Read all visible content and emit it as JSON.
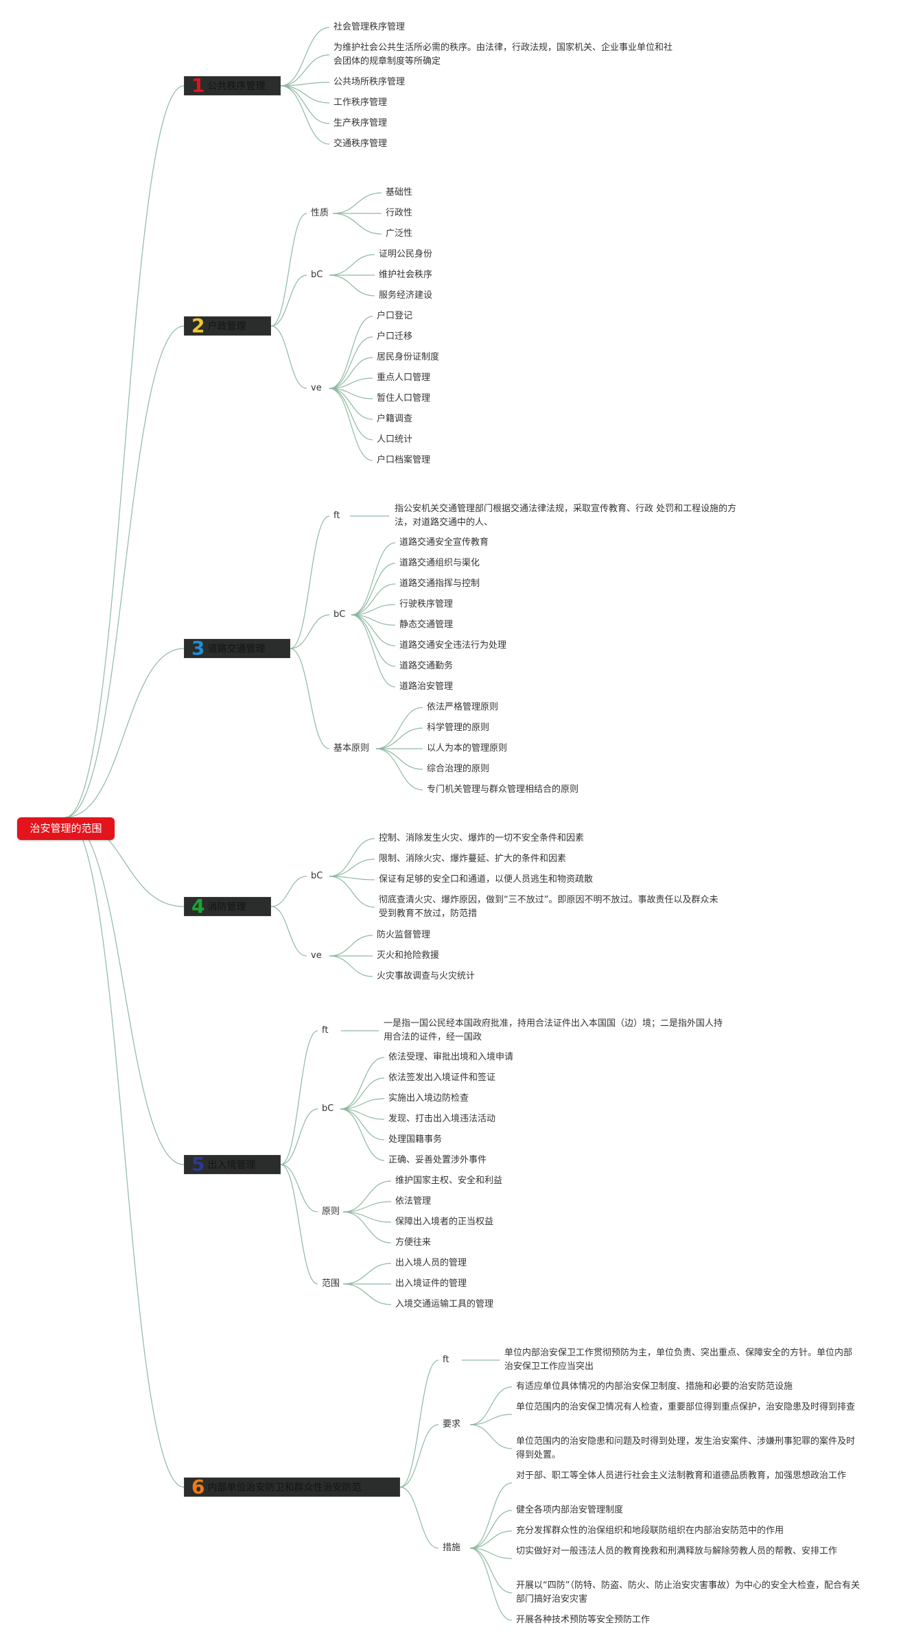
{
  "root": "治安管理的范围",
  "categories": [
    {
      "number": "1",
      "color": "#e3141c",
      "label": "公共秩序管理",
      "items": [
        "社会管理秩序管理",
        "为维护社会公共生活所必需的秩序。由法律，行政法规，国家机关、企业事业单位和社会团体的规章制度等所确定",
        "公共场所秩序管理",
        "工作秩序管理",
        "生产秩序管理",
        "交通秩序管理"
      ]
    },
    {
      "number": "2",
      "color": "#f2c531",
      "label": "户政管理",
      "groups": [
        {
          "label": "性质",
          "items": [
            "基础性",
            "行政性",
            "广泛性"
          ]
        },
        {
          "label": "bC",
          "items": [
            "证明公民身份",
            "维护社会秩序",
            "服务经济建设"
          ]
        },
        {
          "label": "ve",
          "items": [
            "户口登记",
            "户口迁移",
            "居民身份证制度",
            "重点人口管理",
            "暂住人口管理",
            "户籍调查",
            "人口统计",
            "户口档案管理"
          ]
        }
      ]
    },
    {
      "number": "3",
      "color": "#1f8ed8",
      "label": "道路交通管理",
      "groups": [
        {
          "label": "ft",
          "items": [
            "指公安机关交通管理部门根据交通法律法规，采取宣传教育、行政 处罚和工程设施的方法，对道路交通中的人、"
          ]
        },
        {
          "label": "bC",
          "items": [
            "道路交通安全宣传教育",
            "道路交通组织与渠化",
            "道路交通指挥与控制",
            "行驶秩序管理",
            "静态交通管理",
            "道路交通安全违法行为处理",
            "道路交通勤务",
            "道路治安管理"
          ]
        },
        {
          "label": "基本原则",
          "items": [
            "依法严格管理原则",
            "科学管理的原则",
            "以人为本的管理原则",
            "综合治理的原则",
            "专门机关管理与群众管理相结合的原则"
          ]
        }
      ]
    },
    {
      "number": "4",
      "color": "#1fa334",
      "label": "消防管理",
      "groups": [
        {
          "label": "bC",
          "items": [
            "控制、消除发生火灾、爆炸的一切不安全条件和因素",
            "限制、消除火灾、爆炸蔓延、扩大的条件和因素",
            "保证有足够的安全口和通道，以便人员逃生和物资疏散",
            "彻底查清火灾、爆炸原因，做到“三不放过”。即原因不明不放过。事故责任以及群众未受到教育不放过，防范措"
          ]
        },
        {
          "label": "ve",
          "items": [
            "防火监督管理",
            "灭火和抢险救援",
            "火灾事故调查与火灾统计"
          ]
        }
      ]
    },
    {
      "number": "5",
      "color": "#2a3b8f",
      "label": "出入境管理",
      "groups": [
        {
          "label": "ft",
          "items": [
            "一是指一国公民经本国政府批准，持用合法证件出入本国国（边）境；二是指外国人持用合法的证件，经一国政"
          ]
        },
        {
          "label": "bC",
          "items": [
            "依法受理、审批出境和入境申请",
            "依法签发出入境证件和签证",
            "实施出入境边防检查",
            "发现、打击出入境违法活动",
            "处理国籍事务",
            "正确、妥善处置涉外事件"
          ]
        },
        {
          "label": "原则",
          "items": [
            "维护国家主权、安全和利益",
            "依法管理",
            "保障出入境者的正当权益",
            "方便往来"
          ]
        },
        {
          "label": "范围",
          "items": [
            "出入境人员的管理",
            "出入境证件的管理",
            "入境交通运输工具的管理"
          ]
        }
      ]
    },
    {
      "number": "6",
      "color": "#f07a1a",
      "label": "内部单位治安防卫和群众性治安防范",
      "groups": [
        {
          "label": "ft",
          "items": [
            "单位内部治安保卫工作贯彻预防为主，单位负责、突出重点、保障安全的方针。单位内部治安保卫工作应当突出"
          ]
        },
        {
          "label": "要求",
          "items": [
            "有适应单位具体情况的内部治安保卫制度、措施和必要的治安防范设施",
            "单位范围内的治安保卫情况有人检查，重要部位得到重点保护，治安隐患及时得到排查",
            "单位范围内的治安隐患和问题及时得到处理，发生治安案件、涉嫌刑事犯罪的案件及时得到处置。"
          ]
        },
        {
          "label": "措施",
          "items": [
            "对于部、职工等全体人员进行社会主义法制教育和道德品质教育，加强思想政治工作",
            "健全各项内部治安管理制度",
            "充分发挥群众性的治保组织和地段联防组织在内部治安防范中的作用",
            "切实做好对一般违法人员的教育挽救和刑满释放与解除劳教人员的帮教、安排工作",
            "开展以“四防”（防特、防盗、防火、防止治安灾害事故）为中心的安全大检查，配合有关部门搞好治安灾害",
            "开展各种技术预防等安全预防工作"
          ]
        }
      ]
    }
  ]
}
